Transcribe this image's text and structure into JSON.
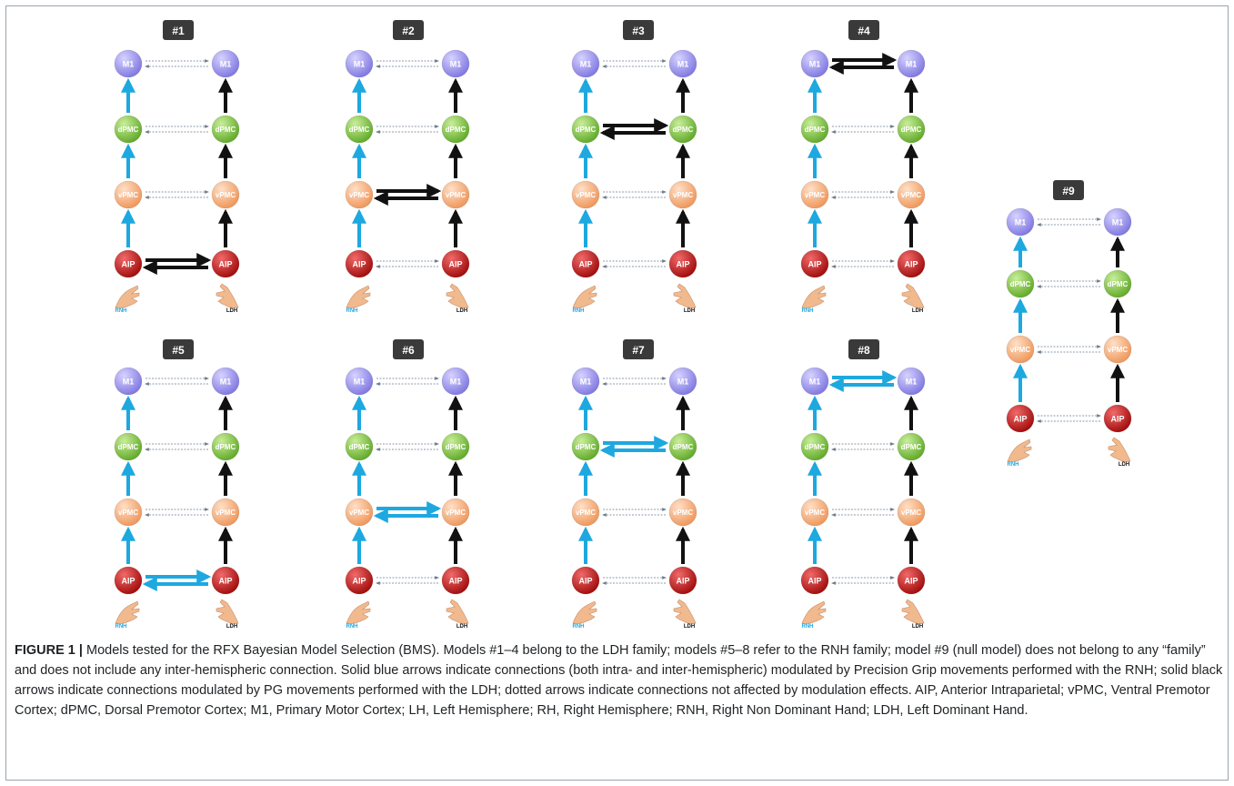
{
  "colors": {
    "blue_arrow": "#1ea8e0",
    "black_arrow": "#111111",
    "dotted_arrow": "#6b7b8c",
    "title_box": "#3a3a3a",
    "M1": "#8f88e8",
    "dPMC": "#78bf3a",
    "vPMC": "#f4a878",
    "AIP": "#c81414",
    "hand": "#f0b98e",
    "rnh_text": "#1ea8e0",
    "ldh_text": "#111111"
  },
  "node_labels": [
    "M1",
    "dPMC",
    "vPMC",
    "AIP"
  ],
  "hand_labels": {
    "left": "RNH",
    "right": "LDH"
  },
  "models": [
    {
      "title": "#1",
      "modulated": "AIP",
      "color": "black"
    },
    {
      "title": "#2",
      "modulated": "vPMC",
      "color": "black"
    },
    {
      "title": "#3",
      "modulated": "dPMC",
      "color": "black"
    },
    {
      "title": "#4",
      "modulated": "M1",
      "color": "black"
    },
    {
      "title": "#5",
      "modulated": "AIP",
      "color": "blue"
    },
    {
      "title": "#6",
      "modulated": "vPMC",
      "color": "blue"
    },
    {
      "title": "#7",
      "modulated": "dPMC",
      "color": "blue"
    },
    {
      "title": "#8",
      "modulated": "M1",
      "color": "blue"
    },
    {
      "title": "#9",
      "modulated": "",
      "color": ""
    }
  ],
  "caption": {
    "label": "FIGURE 1 |",
    "text": " Models tested for the RFX Bayesian Model Selection (BMS). Models #1–4 belong to the LDH family; models #5–8 refer to the RNH family; model #9 (null model) does not belong to any “family” and does not include any inter-hemispheric connection. Solid blue arrows indicate connections (both intra- and inter-hemispheric) modulated by Precision Grip movements performed with the RNH; solid black arrows indicate connections modulated by PG movements performed with the LDH; dotted arrows indicate connections not affected by modulation effects. AIP, Anterior Intraparietal; vPMC, Ventral Premotor Cortex; dPMC, Dorsal Premotor Cortex; M1, Primary Motor Cortex; LH, Left Hemisphere; RH, Right Hemisphere; RNH, Right Non Dominant Hand; LDH, Left Dominant Hand."
  }
}
